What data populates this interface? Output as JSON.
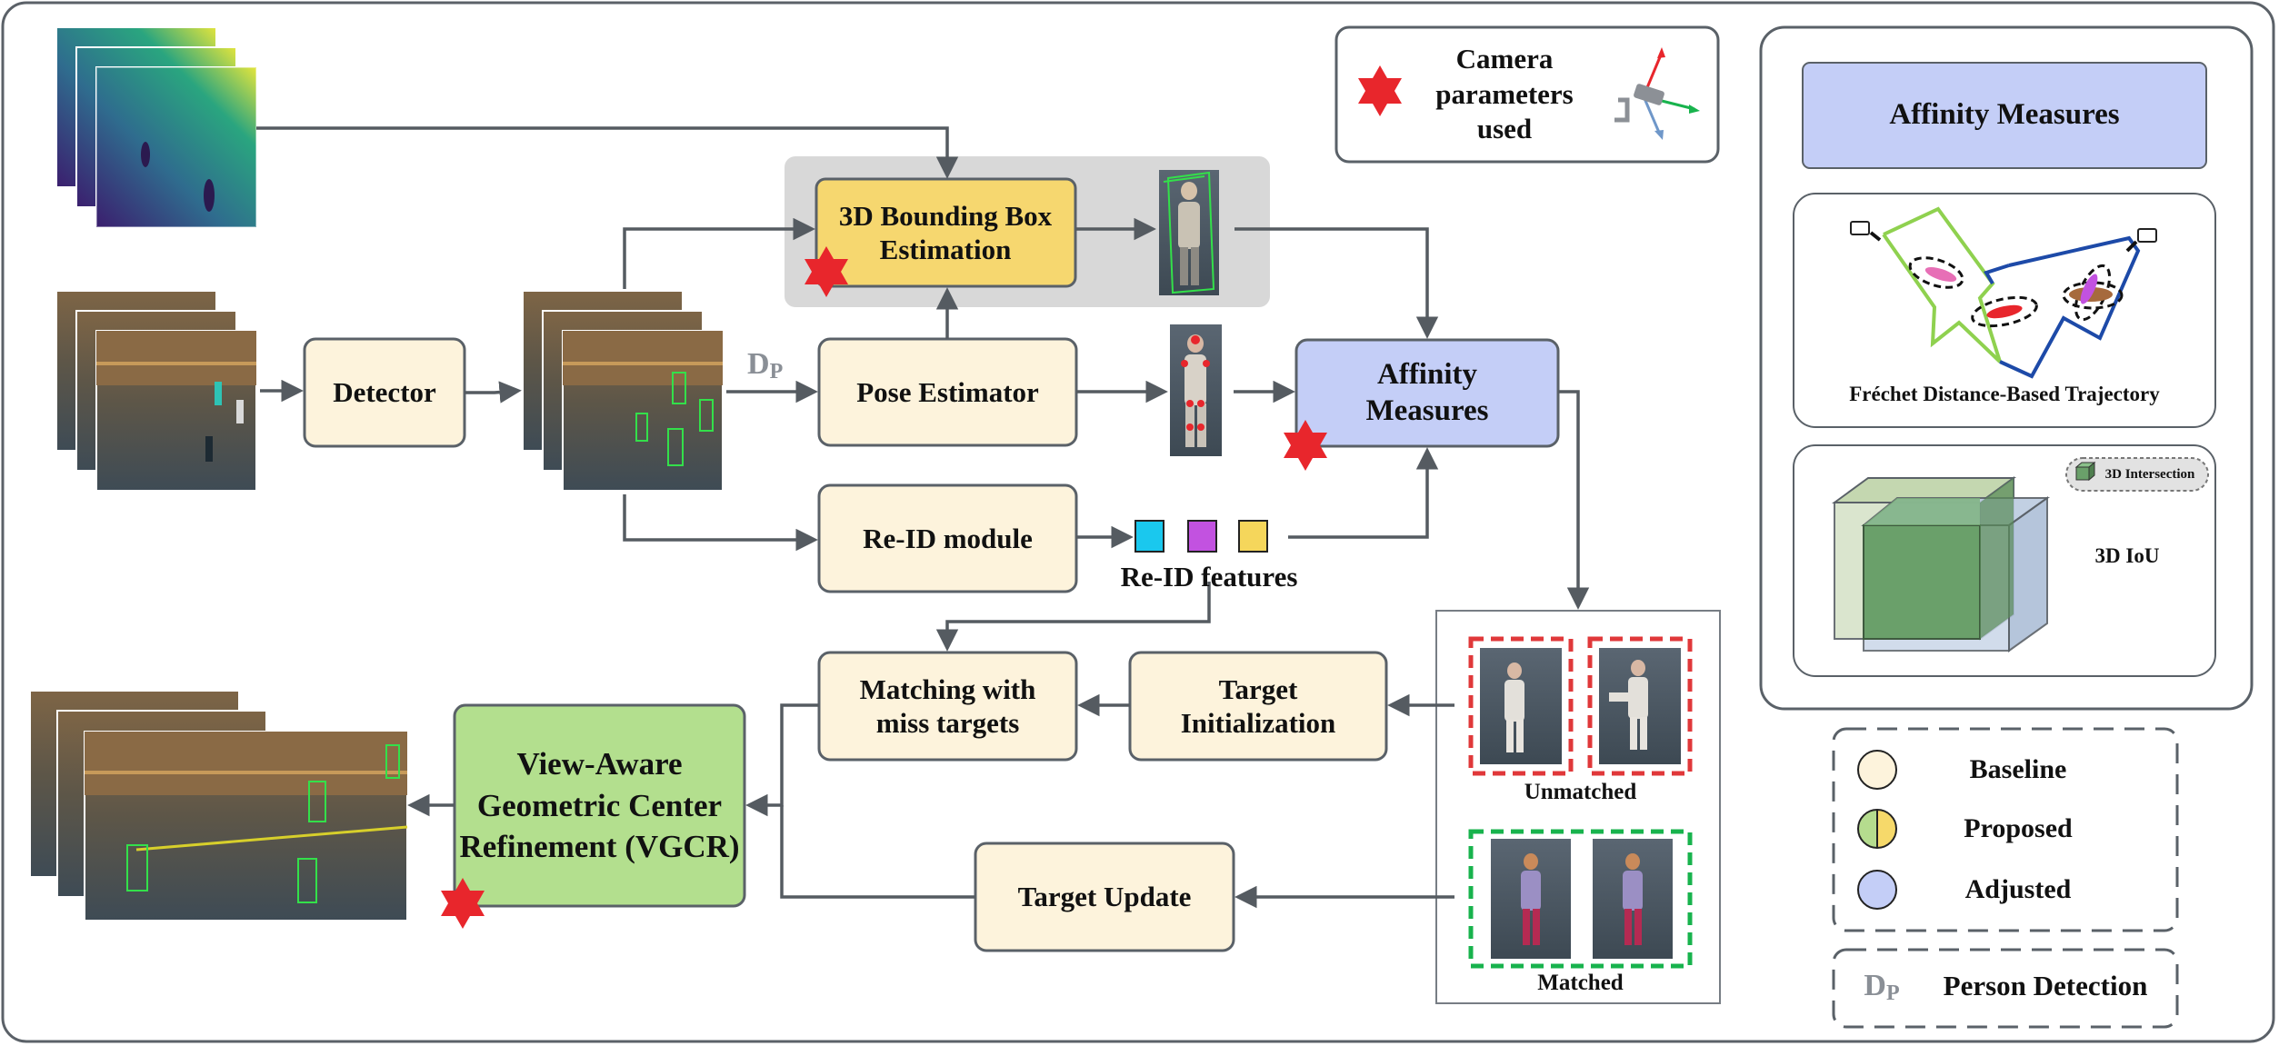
{
  "boxes": {
    "bbox3d": "3D Bounding Box Estimation",
    "detector": "Detector",
    "pose": "Pose Estimator",
    "reid": "Re-ID module",
    "affinity": "Affinity Measures",
    "matching_miss": "Matching with miss targets",
    "target_init": "Target Initialization",
    "target_update": "Target Update",
    "vgcr": "View-Aware Geometric Center Refinement (VGCR)"
  },
  "labels": {
    "dp": "D",
    "dp_sub": "P",
    "reid_features": "Re-ID features",
    "unmatched": "Unmatched",
    "matched": "Matched"
  },
  "camera_legend": {
    "text": "Camera parameters used"
  },
  "affinity_panel": {
    "title": "Affinity Measures",
    "frechet": "Fréchet Distance-Based Trajectory",
    "iou": "3D IoU",
    "intersection": "3D Intersection"
  },
  "legend": {
    "baseline": "Baseline",
    "proposed": "Proposed",
    "adjusted": "Adjusted",
    "dp": "D",
    "dp_sub": "P",
    "person_detection": "Person Detection"
  },
  "colors": {
    "baseline": "#fdf3dc",
    "proposed_left": "#b5dc8e",
    "proposed_right": "#f6d96a",
    "adjusted": "#c4cef7",
    "yellow_box": "#f6d76f",
    "green_box": "#b3df8e",
    "arrow": "#555b61",
    "star": "#e8262c",
    "reid_cyan": "#1ac8ee",
    "reid_magenta": "#c252e0",
    "reid_yellow": "#f5d65b",
    "dashed_red": "#e0383a",
    "dashed_green": "#18b34d"
  }
}
